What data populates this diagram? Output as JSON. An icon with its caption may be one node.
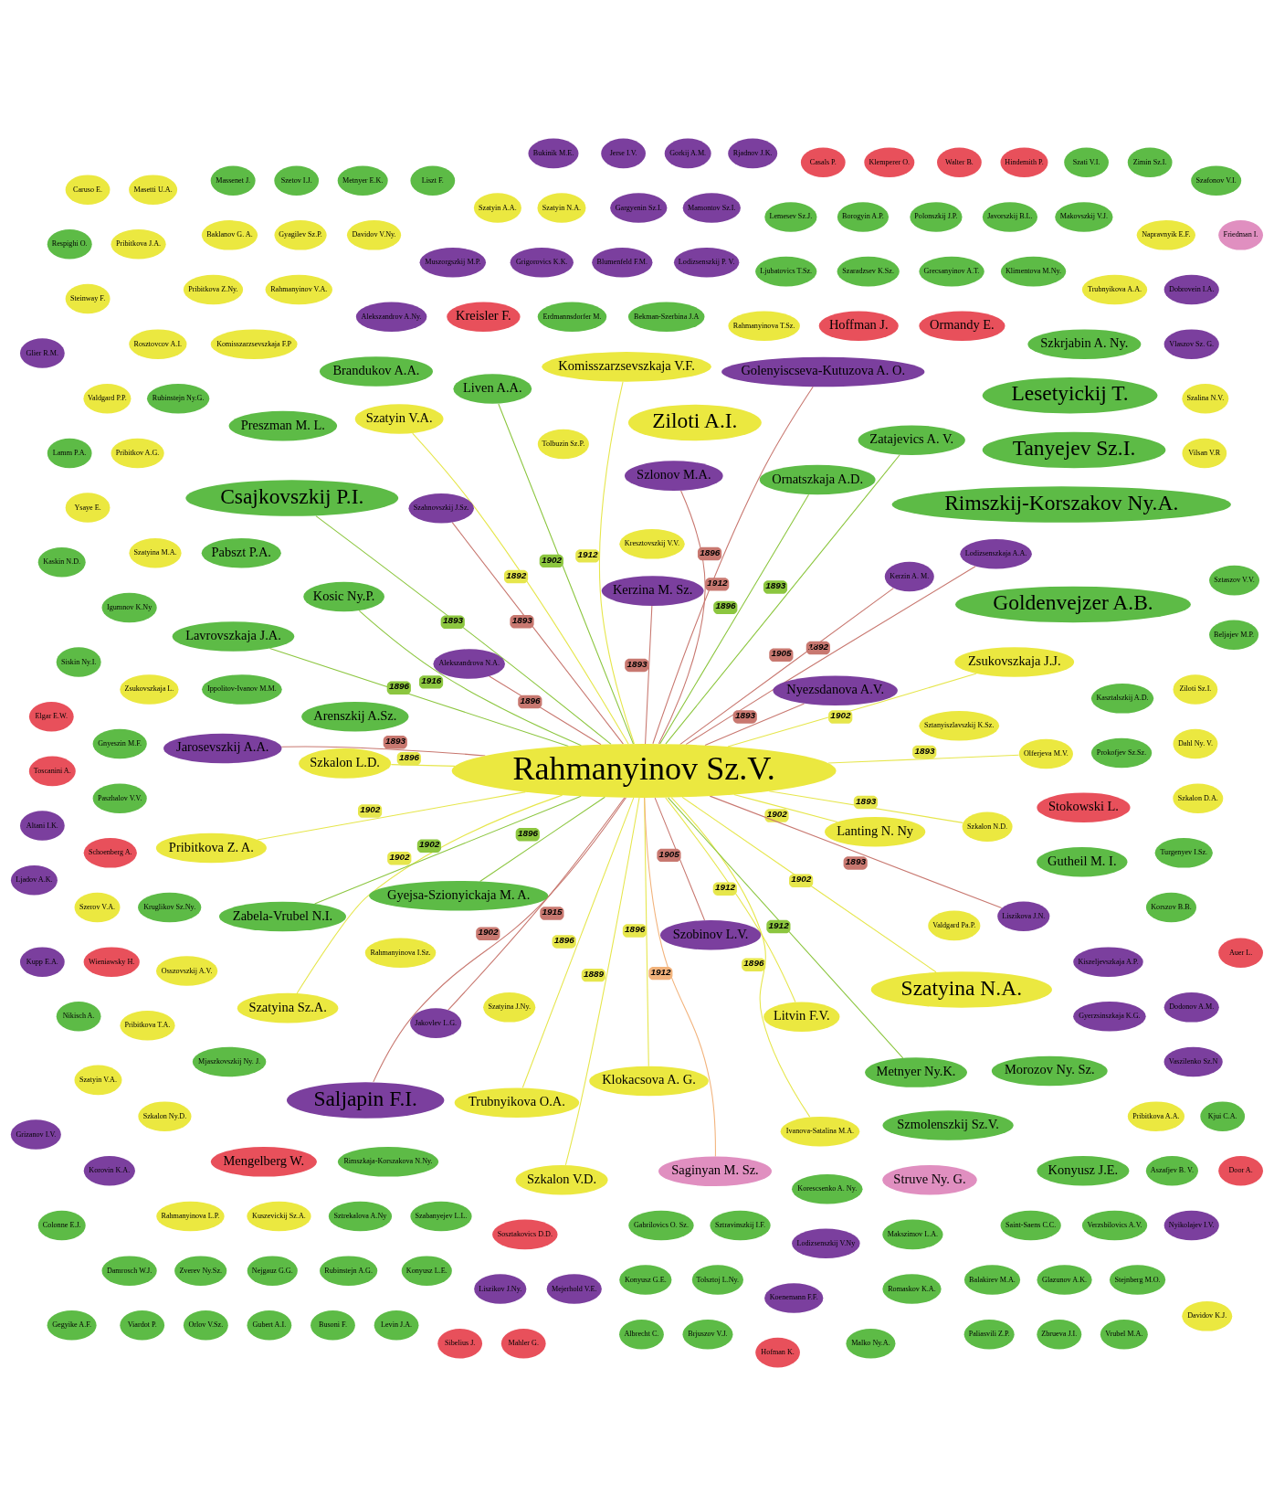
{
  "diagram": {
    "nodes": [
      {
        "text": [
          "Rahmanyinov Sz.V."
        ]
      },
      {
        "text": [
          "Szatyin N.A."
        ]
      },
      {
        "text": [
          "Szatyina J.Ny."
        ]
      },
      {
        "text": [
          "Rosztovcov A.I."
        ]
      },
      {
        "text": [
          "Valdgard Pa.P."
        ]
      },
      {
        "text": [
          "Tolbuzin Sz.P."
        ]
      },
      {
        "text": [
          "Valdgard P.P."
        ]
      },
      {
        "text": [
          "Szkalon N.D."
        ]
      },
      {
        "text": [
          "Rahmanyinova I.Sz."
        ]
      },
      {
        "text": [
          "Szkalon V.D."
        ]
      },
      {
        "text": [
          "Szatyin V.A."
        ]
      },
      {
        "text": [
          "Lanting N. Ny"
        ]
      },
      {
        "text": [
          "Szkalon L.D."
        ]
      },
      {
        "text": [
          "Szatyina Sz.A."
        ]
      },
      {
        "text": [
          "Szkalon Ny.D."
        ]
      },
      {
        "text": [
          "Szatyina M.A."
        ]
      },
      {
        "text": [
          "Szatyin A.A."
        ]
      },
      {
        "text": [
          "Szkalon D.A."
        ]
      },
      {
        "text": [
          "Szerov V.A."
        ]
      },
      {
        "text": [
          "Szatyina N.A."
        ]
      },
      {
        "text": [
          "Kresztovszkij V.V."
        ]
      },
      {
        "text": [
          "Rahmanyinova T.Sz."
        ]
      },
      {
        "text": [
          "Trubnyikova O.A."
        ]
      },
      {
        "text": [
          "Trubnyikova A.A."
        ]
      },
      {
        "text": [
          "Zsukovszkaja L."
        ]
      },
      {
        "text": [
          "Ivanova-Satalina M.A."
        ]
      },
      {
        "text": [
          "Klokacsova A. G."
        ]
      },
      {
        "text": [
          "Pribitkova Z. A."
        ]
      },
      {
        "text": [
          "Rahmanyinov V.A."
        ]
      },
      {
        "text": [
          "Szatyin V.A."
        ]
      },
      {
        "text": [
          "Pribitkova T.A."
        ]
      },
      {
        "text": [
          "Pribitkova A.A."
        ]
      },
      {
        "text": [
          "Pribitkova J.A."
        ]
      },
      {
        "text": [
          "Pribitkov A.G."
        ]
      },
      {
        "text": [
          "Pribitkova Z.Ny."
        ]
      },
      {
        "text": [
          "Rahmanyinova L.P."
        ]
      },
      {
        "text": [
          "Olferjeva M.V."
        ]
      },
      {
        "text": [
          "Zsukovszkaja J.J."
        ]
      },
      {
        "text": [
          "Dahl Ny. V."
        ]
      },
      {
        "text": [
          "Ziloti A.I."
        ]
      },
      {
        "text": [
          "Ziloti Sz.I."
        ]
      },
      {
        "text": [
          "Napravnyik E.F."
        ]
      },
      {
        "text": [
          "Davidov V.Ny."
        ]
      },
      {
        "text": [
          "Steinway F."
        ]
      },
      {
        "text": [
          "Ysaye E."
        ]
      },
      {
        "text": [
          "Osszovszkij A.V."
        ]
      },
      {
        "text": [
          "Komisszarzsevszkaja V.F."
        ]
      },
      {
        "text": [
          "Litvin F.V."
        ]
      },
      {
        "text": [
          "Komisszarzsevszkaja F.P"
        ]
      },
      {
        "text": [
          "Davidov K.J."
        ]
      },
      {
        "text": [
          "Kuszevickij Sz.A."
        ]
      },
      {
        "text": [
          "Vilsan V.R"
        ]
      },
      {
        "text": [
          "Gyagilev Sz.P."
        ]
      },
      {
        "text": [
          "Baklanov G. A."
        ]
      },
      {
        "text": [
          "Szalina N.V."
        ]
      },
      {
        "text": [
          "Sztanyiszlavszkij K.Sz."
        ]
      },
      {
        "text": [
          "Masetti U.A."
        ]
      },
      {
        "text": [
          "Caruso E."
        ]
      },
      {
        "text": [
          "Siskin Ny.I."
        ]
      },
      {
        "text": [
          "Lesetyickij T."
        ]
      },
      {
        "text": [
          "Metnyer Ny.K."
        ]
      },
      {
        "text": [
          "Csajkovszkij P.I."
        ]
      },
      {
        "text": [
          "Goldenvejzer A.B."
        ]
      },
      {
        "text": [
          "Tanyejev Sz.I."
        ]
      },
      {
        "text": [
          "Rimszkij-Korszakov Ny.A."
        ]
      },
      {
        "text": [
          "Lavrovszkaja J.A."
        ]
      },
      {
        "text": [
          "Pabszt P.A."
        ]
      },
      {
        "text": [
          "Brandukov A.A."
        ]
      },
      {
        "text": [
          "Konyusz J.E."
        ]
      },
      {
        "text": [
          "Arenszkij A.Sz."
        ]
      },
      {
        "text": [
          "Kosic Ny.P."
        ]
      },
      {
        "text": [
          "Preszman M. L."
        ]
      },
      {
        "text": [
          "Morozov Ny. Sz."
        ]
      },
      {
        "text": [
          "Gyejsa-Szionyickaja M. A."
        ]
      },
      {
        "text": [
          "Szmolenszkij Sz.V."
        ]
      },
      {
        "text": [
          "Zabela-Vrubel N.I."
        ]
      },
      {
        "text": [
          "Ornatszkaja A.D."
        ]
      },
      {
        "text": [
          "Zatajevics A. V."
        ]
      },
      {
        "text": [
          "Gutheil M. I."
        ]
      },
      {
        "text": [
          "Sztrekalova A.Ny"
        ]
      },
      {
        "text": [
          "Szafonov V.I."
        ]
      },
      {
        "text": [
          "Igumnov K.Ny"
        ]
      },
      {
        "text": [
          "Nikisch A."
        ]
      },
      {
        "text": [
          "Liszt F."
        ]
      },
      {
        "text": [
          "Szabanyejev L.L."
        ]
      },
      {
        "text": [
          "Gabrilovics O. Sz."
        ]
      },
      {
        "text": [
          "Sztravinszkij I.F."
        ]
      },
      {
        "text": [
          "Metnyer E.K."
        ]
      },
      {
        "text": [
          "Damrosch W.J."
        ]
      },
      {
        "text": [
          "Szetov I.J."
        ]
      },
      {
        "text": [
          "Zverev Ny.Sz."
        ]
      },
      {
        "text": [
          "Massenet J."
        ]
      },
      {
        "text": [
          "Saint-Saens C.C."
        ]
      },
      {
        "text": [
          "Nejgauz G.G."
        ]
      },
      {
        "text": [
          "Respighi O."
        ]
      },
      {
        "text": [
          "Gegyike A.F."
        ]
      },
      {
        "text": [
          "Verzsbilovics A.V."
        ]
      },
      {
        "text": [
          "Lamm P.A."
        ]
      },
      {
        "text": [
          "Prokofjev Sz.Sz."
        ]
      },
      {
        "text": [
          "Bekman-Szerbina J.A"
        ]
      },
      {
        "text": [
          "Liven A.A."
        ]
      },
      {
        "text": [
          "Szkrjabin A. Ny."
        ]
      },
      {
        "text": [
          "Rubinstejn A.G."
        ]
      },
      {
        "text": [
          "Konyusz L.E."
        ]
      },
      {
        "text": [
          "Viardot P."
        ]
      },
      {
        "text": [
          "Orlov V.Sz."
        ]
      },
      {
        "text": [
          "Gubert A.I."
        ]
      },
      {
        "text": [
          "Busoni F."
        ]
      },
      {
        "text": [
          "Levin J.A."
        ]
      },
      {
        "text": [
          "Konyusz G.E."
        ]
      },
      {
        "text": [
          "Kasztalszkij A.D."
        ]
      },
      {
        "text": [
          "Rubinstejn Ny.G."
        ]
      },
      {
        "text": [
          "Albrecht C."
        ]
      },
      {
        "text": [
          "Tolsztoj L.Ny."
        ]
      },
      {
        "text": [
          "Mjaszkovszkij Ny. J."
        ]
      },
      {
        "text": [
          "Brjuszov V.J."
        ]
      },
      {
        "text": [
          "Balakirev M.A."
        ]
      },
      {
        "text": [
          "Korescsenko A. Ny."
        ]
      },
      {
        "text": [
          "Glazunov A.K."
        ]
      },
      {
        "text": [
          "Stejnberg M.O."
        ]
      },
      {
        "text": [
          "Paliasvili Z.P."
        ]
      },
      {
        "text": [
          "Aszafjev B. V."
        ]
      },
      {
        "text": [
          "Korszov B.B."
        ]
      },
      {
        "text": [
          "Zbrueva J.I."
        ]
      },
      {
        "text": [
          "Gnyeszin M.F."
        ]
      },
      {
        "text": [
          "Ippolitov-Ivanov M.M."
        ]
      },
      {
        "text": [
          "Makszimov L.A."
        ]
      },
      {
        "text": [
          "Vrubel M.A."
        ]
      },
      {
        "text": [
          "Kjui C.A."
        ]
      },
      {
        "text": [
          "Malko Ny.A."
        ]
      },
      {
        "text": [
          "Klimentova M.Ny."
        ]
      },
      {
        "text": [
          "Grecsanyinov A.T."
        ]
      },
      {
        "text": [
          "Kaskin N.D."
        ]
      },
      {
        "text": [
          "Romaskov K.A."
        ]
      },
      {
        "text": [
          "Turgenyev I.Sz."
        ]
      },
      {
        "text": [
          "Colonne E.J."
        ]
      },
      {
        "text": [
          "Erdmannsdorfer M."
        ]
      },
      {
        "text": [
          "Makovszkij V.J."
        ]
      },
      {
        "text": [
          "Beljajev M.P."
        ]
      },
      {
        "text": [
          "Paszhalov V.V."
        ]
      },
      {
        "text": [
          "Javorszkij B.L."
        ]
      },
      {
        "text": [
          "Rimszkaja-Korszakova N.Ny."
        ]
      },
      {
        "text": [
          "Polonszkij J.P."
        ]
      },
      {
        "text": [
          "Szaradzsev K.Sz."
        ]
      },
      {
        "text": [
          "Borogyin A.P."
        ]
      },
      {
        "text": [
          "Sztaszov V.V."
        ]
      },
      {
        "text": [
          "Ljubatovics T.Sz."
        ]
      },
      {
        "text": [
          "Zimin Sz.I."
        ]
      },
      {
        "text": [
          "Lemesev Sz.J."
        ]
      },
      {
        "text": [
          "Kruglikov Sz.Ny."
        ]
      },
      {
        "text": [
          "Szati V.I."
        ]
      },
      {
        "text": [
          "Hindemith P."
        ]
      },
      {
        "text": [
          "Schoenberg A."
        ]
      },
      {
        "text": [
          "Ormandy E."
        ]
      },
      {
        "text": [
          "Walter B."
        ]
      },
      {
        "text": [
          "Klemperer O."
        ]
      },
      {
        "text": [
          "Mengelberg W."
        ]
      },
      {
        "text": [
          "Casals P."
        ]
      },
      {
        "text": [
          "Elgar E.W."
        ]
      },
      {
        "text": [
          "Toscanini A."
        ]
      },
      {
        "text": [
          "Kreisler F."
        ]
      },
      {
        "text": [
          "Sibelius J."
        ]
      },
      {
        "text": [
          "Mahler G."
        ]
      },
      {
        "text": [
          "Stokowski L."
        ]
      },
      {
        "text": [
          "Sosztakovics D.D."
        ]
      },
      {
        "text": [
          "Hoffman J."
        ]
      },
      {
        "text": [
          "Wieniawsky H."
        ]
      },
      {
        "text": [
          "Hofman K."
        ]
      },
      {
        "text": [
          "Door A."
        ]
      },
      {
        "text": [
          "Auer L."
        ]
      },
      {
        "text": [
          "Saginyan M. Sz."
        ]
      },
      {
        "text": [
          "Struve Ny. G."
        ]
      },
      {
        "text": [
          "Friedman I."
        ]
      },
      {
        "text": [
          "Lodizsenszkaja A.A."
        ]
      },
      {
        "text": [
          "Alekszandrova N.A."
        ]
      },
      {
        "text": [
          "Lodizsenszkij V.Ny"
        ]
      },
      {
        "text": [
          "Rjadnov J.K."
        ]
      },
      {
        "text": [
          "Korovin K.A."
        ]
      },
      {
        "text": [
          "Lodizsenszkij P. V."
        ]
      },
      {
        "text": [
          "Alekszandrov A.Ny."
        ]
      },
      {
        "text": [
          "Liszikov J.Ny."
        ]
      },
      {
        "text": [
          "Gorkij A.M."
        ]
      },
      {
        "text": [
          "Jakovlev L.G."
        ]
      },
      {
        "text": [
          "Liszikova J.N."
        ]
      },
      {
        "text": [
          "Gyerzsinszkaja K.G."
        ]
      },
      {
        "text": [
          "Jerse I.V."
        ]
      },
      {
        "text": [
          "Szlonov M.A."
        ]
      },
      {
        "text": [
          "Nyezsdanova A.V."
        ]
      },
      {
        "text": [
          "Koenemann F.F."
        ]
      },
      {
        "text": [
          "Saljapin F.I."
        ]
      },
      {
        "text": [
          "Szahnovszkij J.Sz."
        ]
      },
      {
        "text": [
          "Mejerhold V.E."
        ]
      },
      {
        "text": [
          "Bukinik M.E."
        ]
      },
      {
        "text": [
          "Glier R.M."
        ]
      },
      {
        "text": [
          "Altani I.K."
        ]
      },
      {
        "text": [
          "Nyikolajev I.V."
        ]
      },
      {
        "text": [
          "Vaszilenko Sz.N"
        ]
      },
      {
        "text": [
          "Dodonov A.M."
        ]
      },
      {
        "text": [
          "Kerzin A. M."
        ]
      },
      {
        "text": [
          "Vlaszov Sz. G."
        ]
      },
      {
        "text": [
          "Kupp E.A."
        ]
      },
      {
        "text": [
          "Dobrovein I.A."
        ]
      },
      {
        "text": [
          "Blumenfeld F.M."
        ]
      },
      {
        "text": [
          "Szobinov L.V."
        ]
      },
      {
        "text": [
          "Grigorovics K.K."
        ]
      },
      {
        "text": [
          "Kerzina M. Sz."
        ]
      },
      {
        "text": [
          "Golenyiscseva-Kutuzova A. O."
        ]
      },
      {
        "text": [
          "Jarosevszkij A.A."
        ]
      },
      {
        "text": [
          "Grizanov I.V."
        ]
      },
      {
        "text": [
          "Kiszeljevszkaja A.P."
        ]
      },
      {
        "text": [
          "Mamontov Sz.I."
        ]
      },
      {
        "text": [
          "Muszorgszkij M.P."
        ]
      },
      {
        "text": [
          "Ljadov A.K."
        ]
      },
      {
        "text": [
          "Gargyenin Sz.I."
        ]
      }
    ],
    "edges": [
      {
        "from": 0,
        "to": 9,
        "arrow": "none",
        "label": "1889",
        "color": "#e6e64c"
      },
      {
        "from": 0,
        "to": 12,
        "arrow": "none",
        "label": "1896",
        "color": "#e6e64c"
      },
      {
        "from": 0,
        "to": 7,
        "arrow": "none",
        "label": "1893",
        "color": "#e6e64c"
      },
      {
        "from": 0,
        "to": 19,
        "arrow": "none",
        "label": "1902",
        "color": "#e6e64c"
      },
      {
        "from": 0,
        "to": 11,
        "arrow": "none",
        "label": "1902",
        "color": "#e6e64c"
      },
      {
        "from": 0,
        "to": 10,
        "arrow": "none",
        "label": "1892",
        "color": "#e6e64c"
      },
      {
        "from": 0,
        "to": 13,
        "arrow": "none",
        "label": "1902",
        "color": "#e6e64c"
      },
      {
        "from": 0,
        "to": 22,
        "arrow": "none",
        "label": "1896",
        "color": "#e6e64c"
      },
      {
        "from": 0,
        "to": 26,
        "arrow": "none",
        "label": "1896",
        "color": "#e6e64c"
      },
      {
        "from": 0,
        "to": 27,
        "arrow": "none",
        "label": "1902",
        "color": "#e6e64c"
      },
      {
        "from": 0,
        "to": 25,
        "arrow": "none",
        "label": "1896",
        "color": "#e6e64c"
      },
      {
        "from": 0,
        "to": 36,
        "arrow": "none",
        "label": "1893",
        "color": "#e6e64c"
      },
      {
        "from": 0,
        "to": 37,
        "arrow": "none",
        "label": "1902",
        "color": "#e6e64c"
      },
      {
        "from": 0,
        "to": 170,
        "arrow": "none",
        "label": "1912",
        "color": "#f2b37c"
      },
      {
        "from": 0,
        "to": 60,
        "arrow": "none",
        "label": "1912",
        "color": "#8cc63f"
      },
      {
        "from": 0,
        "to": 46,
        "arrow": "none",
        "label": "1912",
        "color": "#e6e64c"
      },
      {
        "from": 0,
        "to": 61,
        "arrow": "none",
        "label": "1893",
        "color": "#8cc63f"
      },
      {
        "from": 0,
        "to": 47,
        "arrow": "none",
        "label": "1912",
        "color": "#e6e64c"
      },
      {
        "from": 0,
        "to": 100,
        "arrow": "none",
        "label": "1902",
        "color": "#8cc63f"
      },
      {
        "from": 0,
        "to": 65,
        "arrow": "none",
        "label": "1896",
        "color": "#8cc63f"
      },
      {
        "from": 0,
        "to": 70,
        "arrow": "none",
        "label": "1916",
        "color": "#8cc63f"
      },
      {
        "from": 0,
        "to": 73,
        "arrow": "none",
        "label": "1896",
        "color": "#8cc63f"
      },
      {
        "from": 0,
        "to": 77,
        "arrow": "none",
        "label": "1893",
        "color": "#8cc63f"
      },
      {
        "from": 0,
        "to": 75,
        "arrow": "none",
        "label": "1902",
        "color": "#8cc63f"
      },
      {
        "from": 0,
        "to": 76,
        "arrow": "none",
        "label": "1896",
        "color": "#8cc63f"
      },
      {
        "from": 0,
        "to": 173,
        "arrow": "none",
        "label": "1892",
        "color": "#c87870"
      },
      {
        "from": 0,
        "to": 174,
        "arrow": "none",
        "label": "1896",
        "color": "#c87870"
      },
      {
        "from": 0,
        "to": 183,
        "arrow": "none",
        "label": "1893",
        "color": "#c87870"
      },
      {
        "from": 0,
        "to": 187,
        "arrow": "none",
        "label": "1893",
        "color": "#c87870"
      },
      {
        "from": 0,
        "to": 182,
        "arrow": "none",
        "label": "1915",
        "color": "#c87870"
      },
      {
        "from": 0,
        "to": 189,
        "arrow": "none",
        "label": "1902",
        "color": "#c87870"
      },
      {
        "from": 0,
        "to": 205,
        "arrow": "none",
        "label": "1893",
        "color": "#c87870"
      },
      {
        "from": 0,
        "to": 206,
        "arrow": "none",
        "label": "1896",
        "color": "#c87870"
      },
      {
        "from": 0,
        "to": 190,
        "arrow": "none",
        "label": "1893",
        "color": "#c87870"
      },
      {
        "from": 0,
        "to": 186,
        "arrow": "none",
        "label": "1912",
        "color": "#c87870"
      },
      {
        "from": 0,
        "to": 203,
        "arrow": "none",
        "label": "1905",
        "color": "#c87870"
      },
      {
        "from": 0,
        "to": 198,
        "arrow": "none",
        "label": "1905",
        "color": "#c87870"
      },
      {
        "from": 0,
        "to": 207,
        "arrow": "none",
        "label": "1893",
        "color": "#c87870"
      }
    ]
  }
}
